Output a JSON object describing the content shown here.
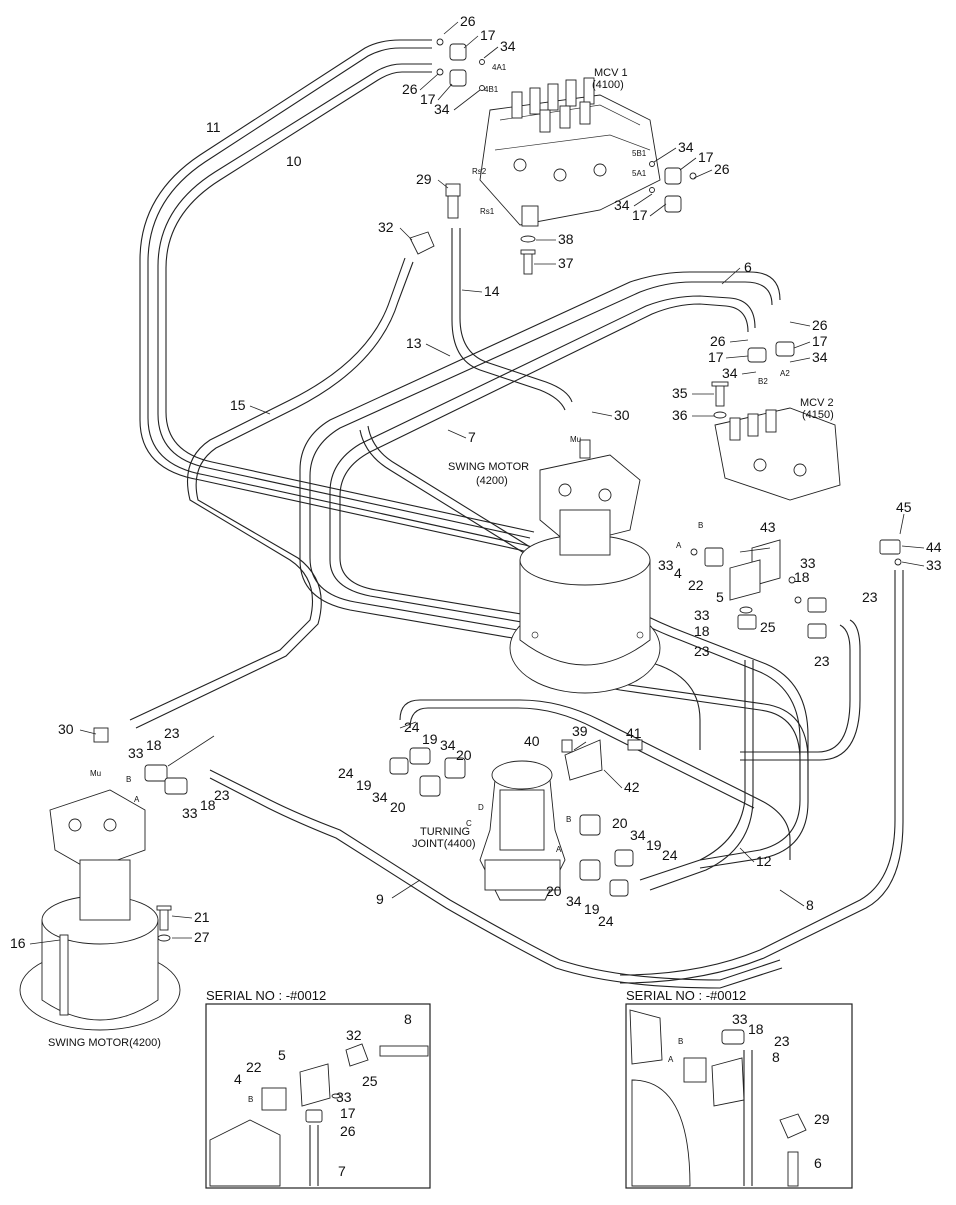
{
  "callouts": {
    "c26a": "26",
    "c17a": "17",
    "c34a": "34",
    "c26b": "26",
    "c17b": "17",
    "c34b": "34",
    "c11": "11",
    "c10": "10",
    "c34c": "34",
    "c17c": "17",
    "c26c": "26",
    "c29": "29",
    "c34d": "34",
    "c17d": "17",
    "c32": "32",
    "c38": "38",
    "c37": "37",
    "c14": "14",
    "c6": "6",
    "c26d": "26",
    "c26e": "26",
    "c17e": "17",
    "c17f": "17",
    "c34e": "34",
    "c34f": "34",
    "c13": "13",
    "c35": "35",
    "c36": "36",
    "c15": "15",
    "c7": "7",
    "c30a": "30",
    "c45": "45",
    "c44": "44",
    "c33a": "33",
    "c43": "43",
    "c33b": "33",
    "c4a": "4",
    "c22a": "22",
    "c5a": "5",
    "c33c": "33",
    "c18a": "18",
    "c23a": "23",
    "c33d": "33",
    "c25a": "25",
    "c18b": "18",
    "c23b": "23",
    "c23c": "23",
    "c30b": "30",
    "c23d": "23",
    "c33e": "33",
    "c18c": "18",
    "c23e": "23",
    "c33f": "33",
    "c18d": "18",
    "c24a": "24",
    "c19a": "19",
    "c34g": "34",
    "c20a": "20",
    "c24b": "24",
    "c19b": "19",
    "c34h": "34",
    "c20b": "20",
    "c39": "39",
    "c40": "40",
    "c41": "41",
    "c42": "42",
    "c20c": "20",
    "c34i": "34",
    "c19c": "19",
    "c24c": "24",
    "c20d": "20",
    "c34j": "34",
    "c19d": "19",
    "c24d": "24",
    "c12": "12",
    "c9": "9",
    "c8": "8",
    "c21": "21",
    "c27": "27",
    "c16": "16"
  },
  "labels": {
    "mcv1": "MCV 1",
    "mcv1_code": "(4100)",
    "mcv2": "MCV 2",
    "mcv2_code": "(4150)",
    "swing_motor_top": "SWING MOTOR",
    "swing_motor_top_code": "(4200)",
    "swing_motor_bottom": "SWING MOTOR(4200)",
    "turning_joint_1": "TURNING",
    "turning_joint_2": "JOINT(4400)"
  },
  "ports": {
    "p4a1": "4A1",
    "p4b1": "4B1",
    "p5b1": "5B1",
    "p5a1": "5A1",
    "prs2": "Rs2",
    "prs1": "Rs1",
    "pb2": "B2",
    "pa2": "A2",
    "pmu_top": "Mu",
    "pmu_bot": "Mu",
    "pb_top": "B",
    "pa_top": "A",
    "pb_left": "B",
    "pa_left": "A",
    "pd": "D",
    "pc": "C",
    "pb_tj": "B",
    "pa_tj": "A"
  },
  "inset_left": {
    "title": "SERIAL NO : -#0012",
    "callouts": {
      "c8": "8",
      "c32": "32",
      "c5": "5",
      "c22": "22",
      "c4": "4",
      "c25": "25",
      "c33": "33",
      "c17": "17",
      "c26": "26",
      "c7": "7"
    },
    "ports": {
      "b": "B"
    }
  },
  "inset_right": {
    "title": "SERIAL NO : -#0012",
    "callouts": {
      "c33": "33",
      "c18": "18",
      "c23": "23",
      "c8": "8",
      "c29": "29",
      "c6": "6"
    },
    "ports": {
      "b": "B",
      "a": "A"
    }
  }
}
